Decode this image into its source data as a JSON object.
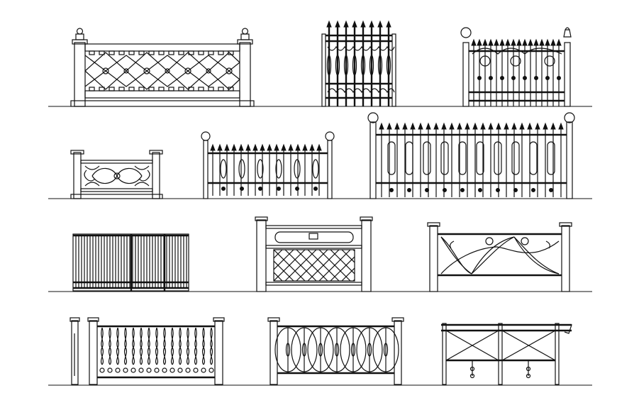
{
  "drawing": {
    "kind": "cad-elevations",
    "rows": [
      {
        "items": [
          "balustrade-diamond-lattice",
          "spear-top-gate",
          "fence-with-lamp-posts"
        ]
      },
      {
        "items": [
          "small-scroll-balustrade",
          "spear-fence-with-ball-posts",
          "long-spear-fence-with-ball-posts"
        ]
      },
      {
        "items": [
          "vertical-bar-railing",
          "diamond-lattice-panel",
          "crescent-arc-railing"
        ]
      },
      {
        "items": [
          "baluster-railing",
          "ellipse-ring-railing",
          "cross-brace-railing"
        ]
      }
    ],
    "colors": {
      "line": "#111111",
      "background": "#ffffff"
    }
  }
}
